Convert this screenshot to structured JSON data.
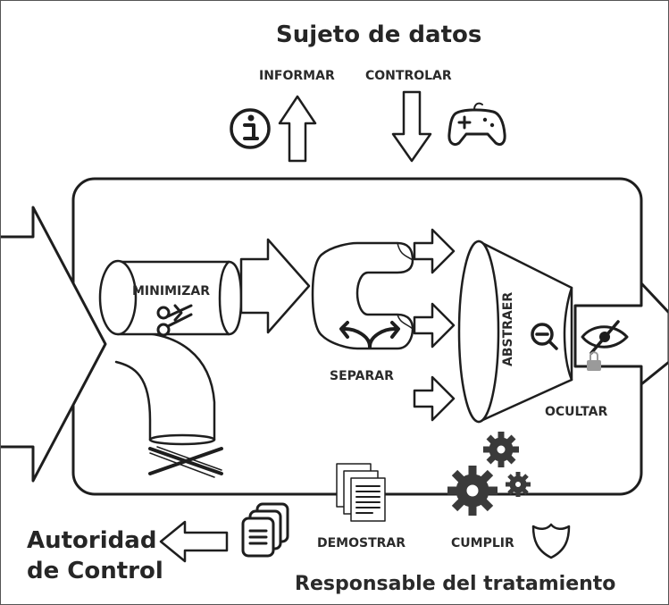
{
  "top": {
    "title": "Sujeto de datos",
    "informar": "INFORMAR",
    "controlar": "CONTROLAR"
  },
  "process": {
    "minimizar": "MINIMIZAR",
    "separar": "SEPARAR",
    "abstraer": "ABSTRAER",
    "ocultar": "OCULTAR"
  },
  "bottom": {
    "autoridad_line1": "Autoridad",
    "autoridad_line2": "de Control",
    "demostrar": "DEMOSTRAR",
    "cumplir": "CUMPLIR",
    "responsable": "Responsable del tratamiento"
  },
  "icons": [
    "info-icon",
    "gamepad-icon",
    "scissors-icon",
    "split-arrows-icon",
    "zoom-out-icon",
    "eye-slash-icon",
    "lock-icon",
    "gears-icon",
    "documents-icon",
    "stack-documents-icon",
    "shield-icon",
    "cross-icon"
  ],
  "colors": {
    "stroke": "#1e1e1e",
    "text": "#2a2a2a",
    "background": "#ffffff"
  }
}
